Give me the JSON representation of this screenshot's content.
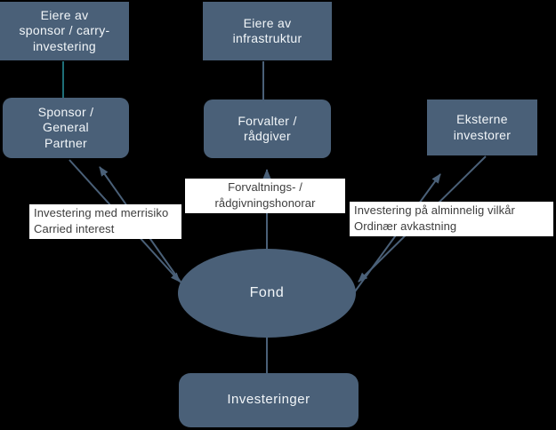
{
  "diagram_type": "fund-structure-flowchart",
  "nodes": {
    "eiere_sponsor": "Eiere av\nsponsor / carry-\ninvestering",
    "eiere_infrastruktur": "Eiere av\ninfrastruktur",
    "sponsor_gp": "Sponsor /\nGeneral\nPartner",
    "forvalter": "Forvalter /\nrådgiver",
    "eksterne": "Eksterne\ninvestorer",
    "fond": "Fond",
    "investeringer": "Investeringer"
  },
  "edge_labels": {
    "left": "Investering med merrisiko\nCarried interest",
    "center": "Forvaltnings- /\nrådgivningshonorar",
    "right": "Investering på alminnelig vilkår\nOrdinær avkastning"
  },
  "colors": {
    "background": "#000000",
    "node_fill": "#4a6078",
    "node_text": "#f2f6f9",
    "connector": "#4a6078",
    "connector_teal": "#1e6e78",
    "label_background": "#ffffff",
    "label_text": "#3d3d3d"
  }
}
